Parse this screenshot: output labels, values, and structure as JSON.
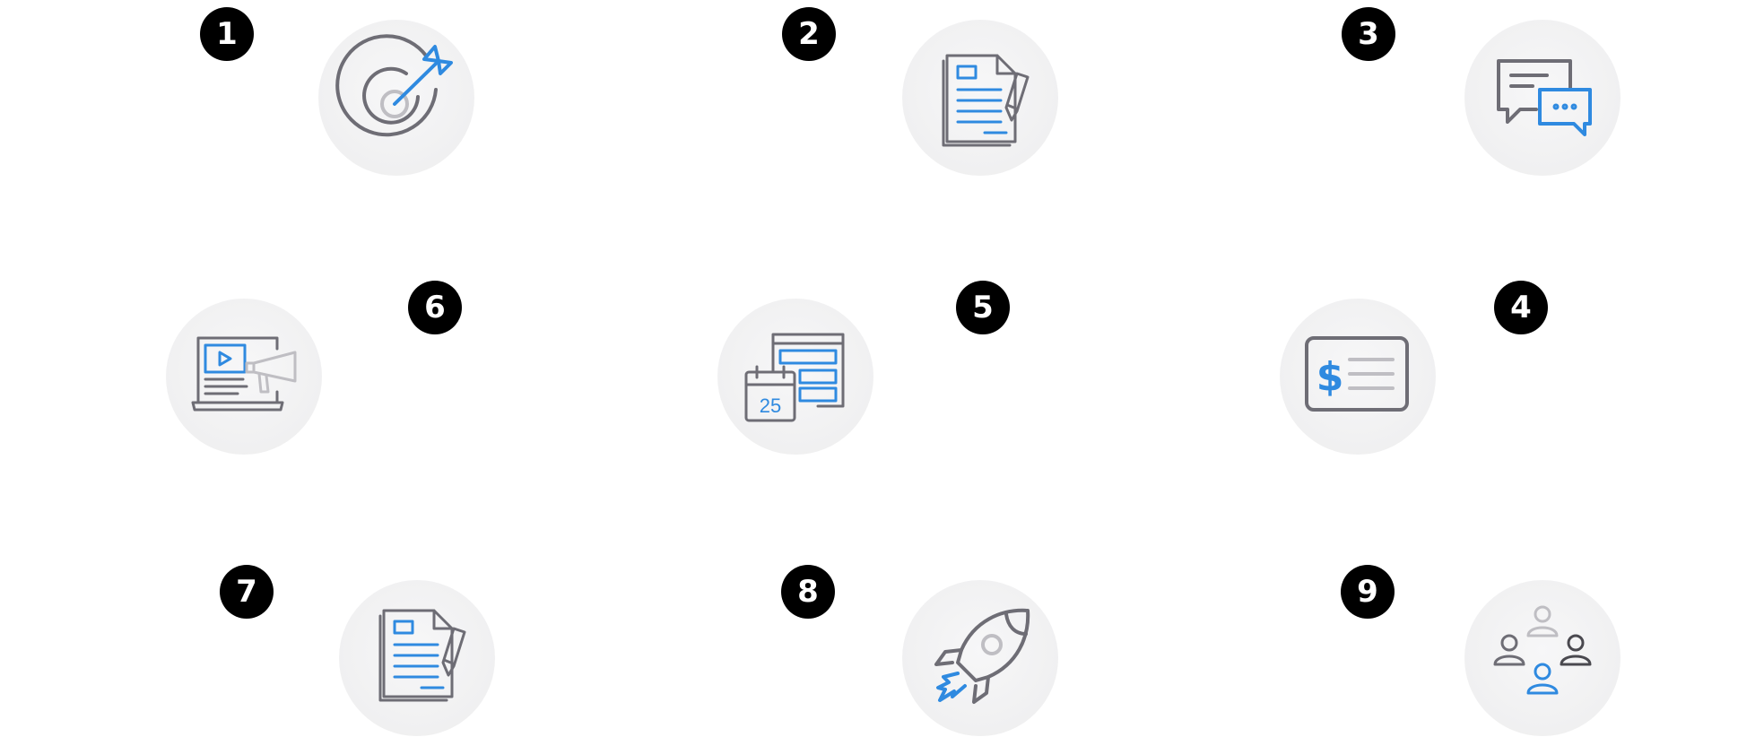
{
  "steps": [
    {
      "number": "1",
      "icon": "target-arrow-icon"
    },
    {
      "number": "2",
      "icon": "document-pen-icon"
    },
    {
      "number": "3",
      "icon": "chat-bubbles-icon"
    },
    {
      "number": "4",
      "icon": "price-card-icon"
    },
    {
      "number": "5",
      "icon": "calendar-schedule-icon",
      "calendar_day": "25"
    },
    {
      "number": "6",
      "icon": "laptop-video-megaphone-icon"
    },
    {
      "number": "7",
      "icon": "document-pen-icon"
    },
    {
      "number": "8",
      "icon": "rocket-launch-icon"
    },
    {
      "number": "9",
      "icon": "team-users-icon"
    }
  ],
  "colors": {
    "badge": "#000000",
    "icon_gray": "#6e6d75",
    "icon_blue": "#2f8ae0",
    "icon_light": "#bfbec3",
    "disc": "#f2f2f3"
  }
}
